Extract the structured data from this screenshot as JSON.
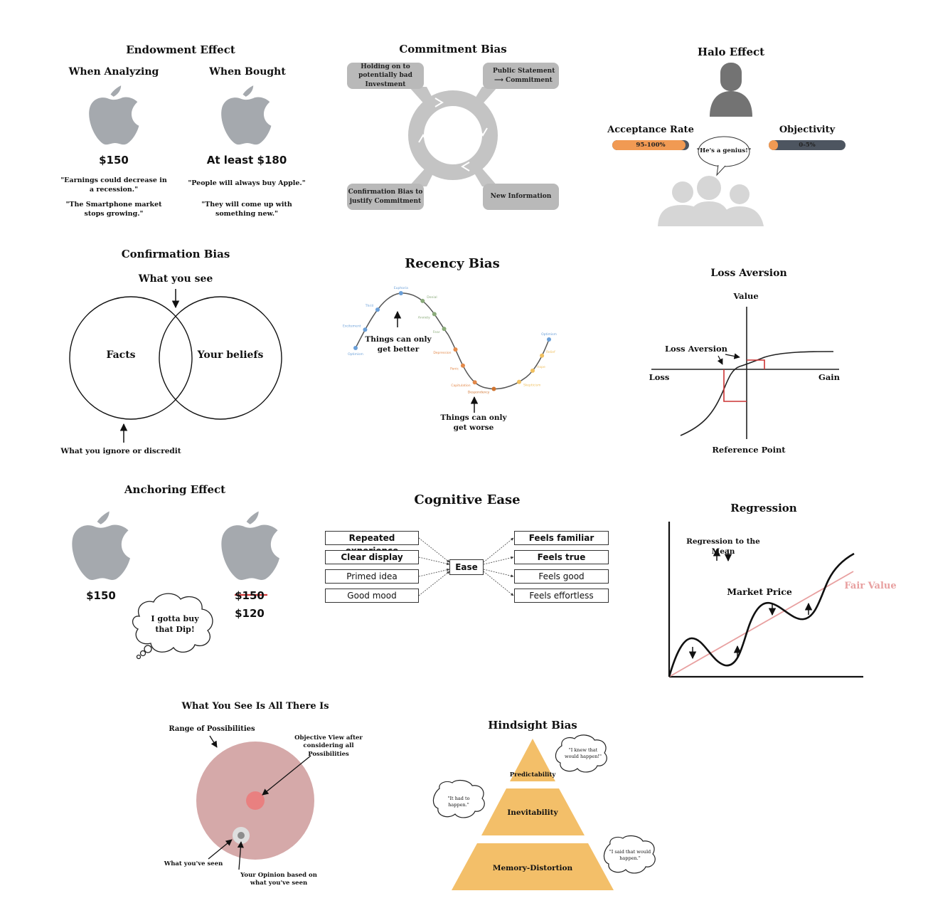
{
  "endowment": {
    "title": "Endowment Effect",
    "left_heading": "When Analyzing",
    "right_heading": "When Bought",
    "left_price": "$150",
    "right_price": "At least $180",
    "left_quote_1": "\"Earnings could decrease in a recession.\"",
    "left_quote_2": "\"The Smartphone market stops growing.\"",
    "right_quote_1": "\"People will always buy Apple.\"",
    "right_quote_2": "\"They will come up with something new.\""
  },
  "commitment": {
    "title": "Commitment Bias",
    "box_top_left": "Holding on to potentially bad Investment",
    "box_top_right_1": "Public Statement",
    "box_top_right_2": "Commitment",
    "box_bottom_left": "Confirmation Bias to justify Commitment",
    "box_bottom_right": "New Information"
  },
  "halo": {
    "title": "Halo Effect",
    "acceptance_label": "Acceptance Rate",
    "acceptance_value": "95-100%",
    "acceptance_fill": 0.95,
    "objectivity_label": "Objectivity",
    "objectivity_value": "0-5%",
    "objectivity_fill": 0.12,
    "speech": "\"He's a genius!\""
  },
  "confirmation": {
    "title": "Confirmation Bias",
    "top_label": "What you see",
    "left_circle": "Facts",
    "right_circle": "Your beliefs",
    "bottom_label": "What you ignore or discredit"
  },
  "recency": {
    "title": "Recency Bias",
    "annotation_top": "Things can only get better",
    "annotation_bottom": "Things can only get worse",
    "cycle_stages": [
      "Optimism",
      "Excitement",
      "Thrill",
      "Euphoria",
      "Denial",
      "Anxiety",
      "Fear",
      "Depression",
      "Panic",
      "Capitulation",
      "Despondency",
      "Skepticism",
      "Hope",
      "Relief",
      "Optimism"
    ],
    "stage_colors": [
      "#6a9fd8",
      "#6a9fd8",
      "#6a9fd8",
      "#6a9fd8",
      "#8aab7a",
      "#8aab7a",
      "#8aab7a",
      "#e3894a",
      "#e3894a",
      "#e3894a",
      "#d0732e",
      "#f0c060",
      "#f0c060",
      "#f0c060",
      "#6a9fd8"
    ]
  },
  "loss_aversion": {
    "title": "Loss Aversion",
    "y_top": "Value",
    "x_left": "Loss",
    "x_right": "Gain",
    "bottom": "Reference Point",
    "pointer": "Loss Aversion"
  },
  "anchoring": {
    "title": "Anchoring Effect",
    "left_price": "$150",
    "right_old_price": "$150",
    "right_new_price": "$120",
    "thought": "I gotta buy that Dip!"
  },
  "cognitive_ease": {
    "title": "Cognitive Ease",
    "inputs": [
      "Repeated experience",
      "Clear display",
      "Primed idea",
      "Good mood"
    ],
    "center": "Ease",
    "outputs": [
      "Feels familiar",
      "Feels true",
      "Feels good",
      "Feels effortless"
    ]
  },
  "regression": {
    "title": "Regression",
    "label_mean": "Regression to the Mean",
    "label_market": "Market Price",
    "label_fair": "Fair Value",
    "fair_color": "#e8a0a0"
  },
  "wysiati": {
    "title": "What You See Is All There Is",
    "range": "Range of Possibilities",
    "objective": "Objective View after considering all Possibilities",
    "seen": "What you've seen",
    "opinion": "Your Opinion based on what you've seen"
  },
  "hindsight": {
    "title": "Hindsight Bias",
    "levels": [
      "Predictability",
      "Inevitability",
      "Memory-Distortion"
    ],
    "quote_top": "\"I knew that would happen!\"",
    "quote_left": "\"It had to happen.\"",
    "quote_right": "\"I said that would happen.\""
  }
}
